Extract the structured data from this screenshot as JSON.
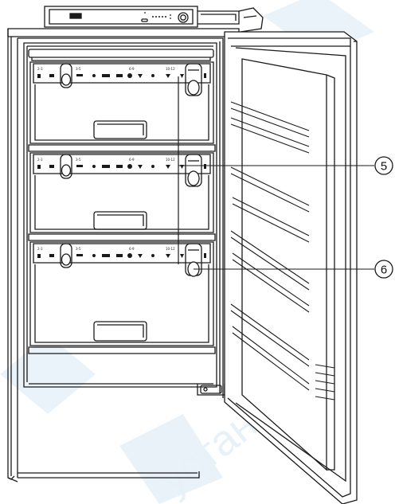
{
  "callouts": [
    {
      "label": "5"
    },
    {
      "label": "6"
    }
  ],
  "drawers": [
    {
      "id": "top",
      "scale_left": "2-3",
      "scale_mid1": "3-5",
      "scale_mid2": "6-9",
      "scale_right": "10-12"
    },
    {
      "id": "middle",
      "scale_left": "2-3",
      "scale_mid1": "3-5",
      "scale_mid2": "6-9",
      "scale_right": "10-12"
    },
    {
      "id": "bottom",
      "scale_left": "2-3",
      "scale_mid1": "3-5",
      "scale_mid2": "6-9",
      "scale_right": "10-12"
    }
  ],
  "watermark": {
    "text": "устан"
  },
  "colors": {
    "line": "#1a1a1a",
    "watermark": "#cfe3f1",
    "paper": "#ffffff"
  }
}
